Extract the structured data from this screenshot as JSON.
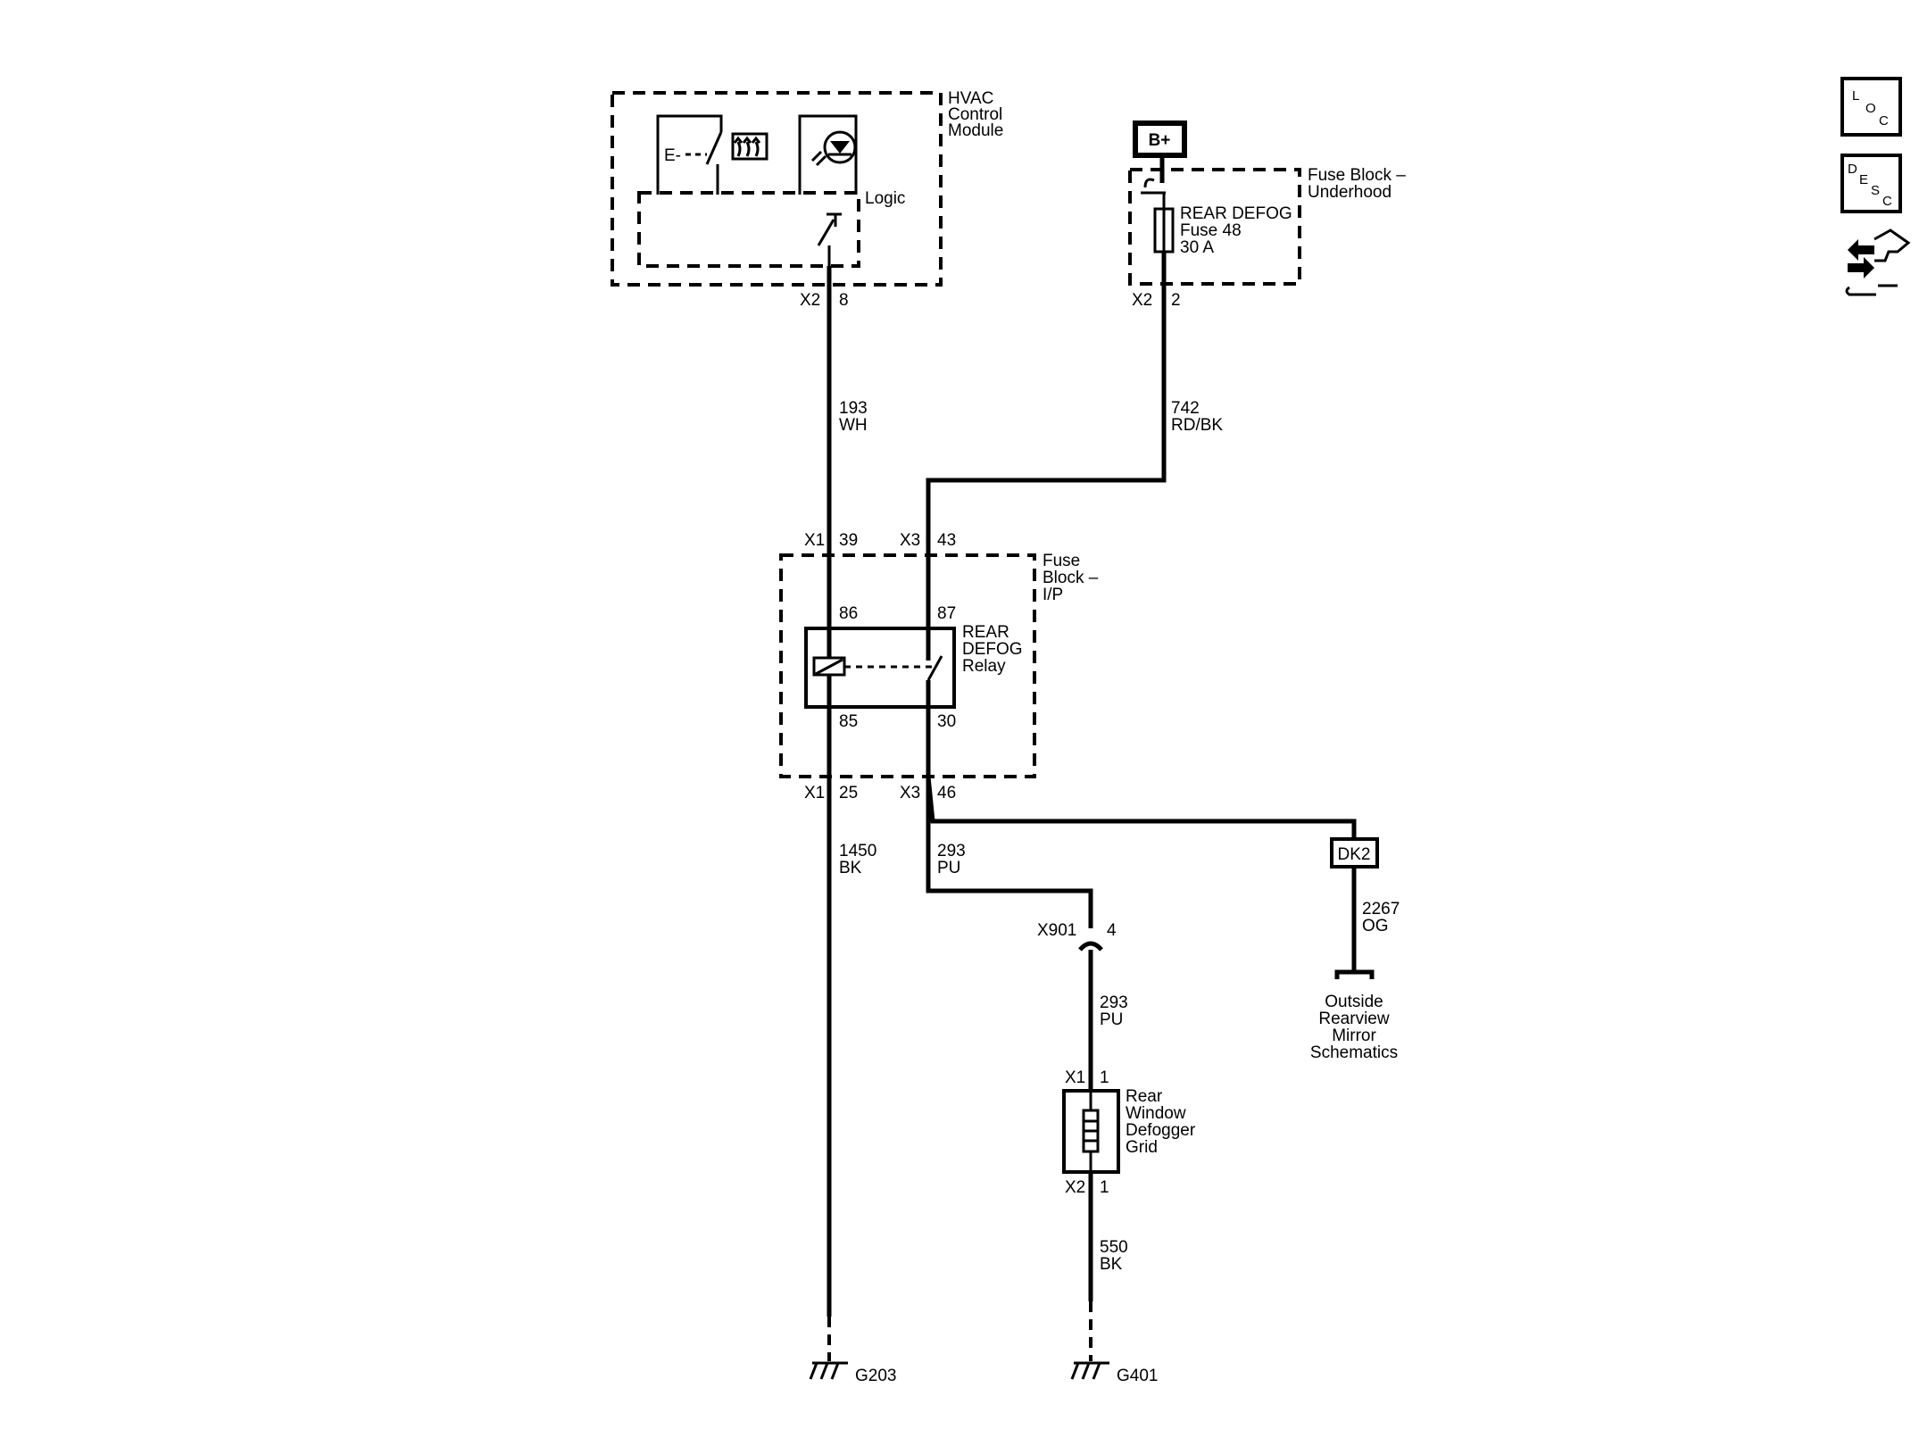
{
  "hvac_module": {
    "title_line1": "HVAC",
    "title_line2": "Control",
    "title_line3": "Module",
    "logic": "Logic",
    "switch_glyph": "E-"
  },
  "hvac_connector": {
    "connector": "X2",
    "pin": "8"
  },
  "fuse_block_underhood": {
    "title_line1": "Fuse Block –",
    "title_line2": "Underhood",
    "fuse_line1": "REAR DEFOG",
    "fuse_line2": "Fuse 48",
    "fuse_line3": "30 A",
    "connector": "X2",
    "pin": "2"
  },
  "battery": {
    "label": "B+"
  },
  "circuit_193": {
    "number": "193",
    "color": "WH"
  },
  "circuit_742": {
    "number": "742",
    "color": "RD/BK"
  },
  "fuse_block_ip": {
    "title_line1": "Fuse",
    "title_line2": "Block –",
    "title_line3": "I/P",
    "top_left_connector": "X1",
    "top_left_pin": "39",
    "top_right_connector": "X3",
    "top_right_pin": "43",
    "bottom_left_connector": "X1",
    "bottom_left_pin": "25",
    "bottom_right_connector": "X3",
    "bottom_right_pin": "46"
  },
  "relay": {
    "label_line1": "REAR",
    "label_line2": "DEFOG",
    "label_line3": "Relay",
    "pin_86": "86",
    "pin_87": "87",
    "pin_85": "85",
    "pin_30": "30"
  },
  "circuit_1450": {
    "number": "1450",
    "color": "BK"
  },
  "circuit_293a": {
    "number": "293",
    "color": "PU"
  },
  "circuit_293b": {
    "number": "293",
    "color": "PU"
  },
  "inline_connector": {
    "name": "X901",
    "pin": "4"
  },
  "dk2": {
    "label": "DK2"
  },
  "circuit_2267": {
    "number": "2267",
    "color": "OG"
  },
  "outside_mirror": {
    "line1": "Outside",
    "line2": "Rearview",
    "line3": "Mirror",
    "line4": "Schematics"
  },
  "grid": {
    "connector_top": "X1",
    "pin_top": "1",
    "connector_bottom": "X2",
    "pin_bottom": "1",
    "line1": "Rear",
    "line2": "Window",
    "line3": "Defogger",
    "line4": "Grid"
  },
  "circuit_550": {
    "number": "550",
    "color": "BK"
  },
  "grounds": {
    "g203": "G203",
    "g401": "G401"
  },
  "nav_icons": {
    "loc": {
      "l": "L",
      "o": "O",
      "c": "C"
    },
    "desc": {
      "d": "D",
      "e": "E",
      "s": "S",
      "c": "C"
    },
    "connector_icon": "connector-repair-icon"
  }
}
